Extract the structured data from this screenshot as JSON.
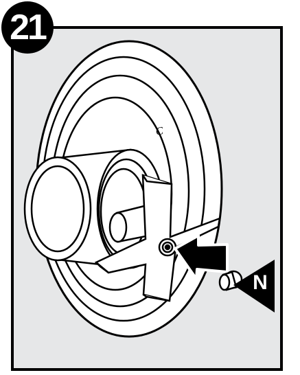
{
  "step": {
    "number": "21"
  },
  "callout": {
    "part_letter": "N"
  },
  "trim": {
    "stamp": "C"
  },
  "colors": {
    "panel_background": "#e6e7e8",
    "outline": "#000000",
    "part_fill": "#ffffff",
    "arrow_fill": "#000000"
  },
  "icons": {
    "arrow": "right-pointing-arrow-icon",
    "screw": "screw-icon"
  }
}
